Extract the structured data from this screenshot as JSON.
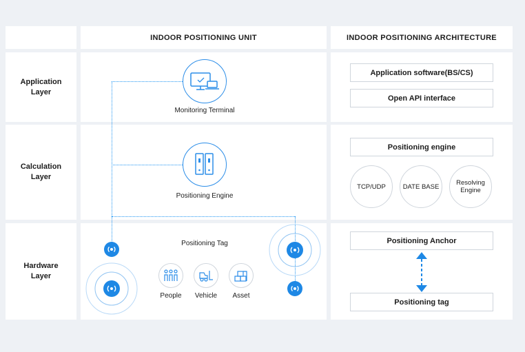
{
  "headers": {
    "unit": "INDOOR POSITIONING UNIT",
    "architecture": "INDOOR POSITIONING ARCHITECTURE"
  },
  "layers": {
    "application": [
      "Application",
      "Layer"
    ],
    "calculation": [
      "Calculation",
      "Layer"
    ],
    "hardware": [
      "Hardware",
      "Layer"
    ]
  },
  "unit": {
    "monitoring_terminal": "Monitoring Terminal",
    "positioning_engine": "Positioning Engine",
    "positioning_tag": "Positioning Tag",
    "tag_types": [
      "People",
      "Vehicle",
      "Asset"
    ]
  },
  "architecture": {
    "application_software": "Application software(BS/CS)",
    "open_api": "Open API interface",
    "positioning_engine": "Positioning engine",
    "circles": [
      "TCP/UDP",
      "DATE BASE",
      [
        "Resolving",
        "Engine"
      ]
    ],
    "positioning_anchor": "Positioning Anchor",
    "positioning_tag": "Positioning tag"
  },
  "colors": {
    "accent": "#1e88e5",
    "background": "#eef1f5",
    "panel": "#ffffff"
  },
  "icons": [
    "monitor-laptop-icon",
    "server-icon",
    "signal-beacon-icon",
    "people-icon",
    "forklift-icon",
    "boxes-icon"
  ]
}
